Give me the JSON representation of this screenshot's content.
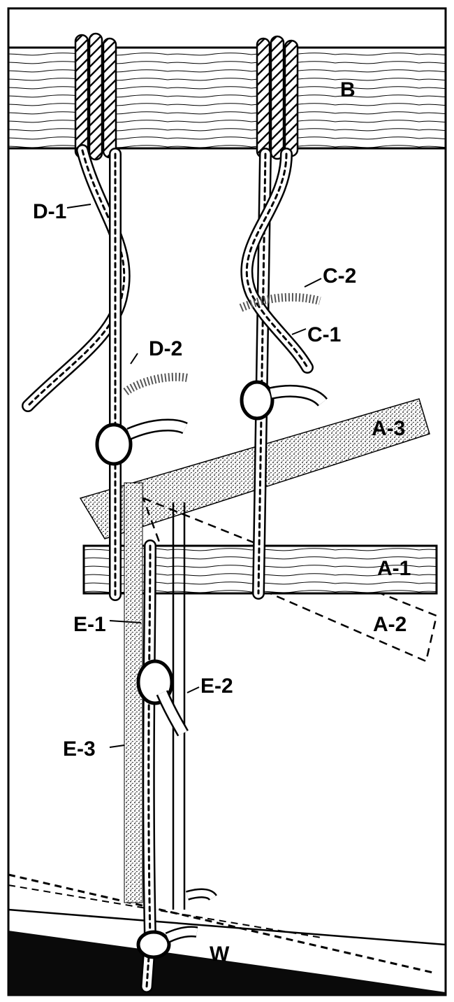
{
  "labels": {
    "B": "B",
    "D1": "D-1",
    "D2": "D-2",
    "C1": "C-1",
    "C2": "C-2",
    "A3": "A-3",
    "A1": "A-1",
    "A2": "A-2",
    "E1": "E-1",
    "E2": "E-2",
    "E3": "E-3",
    "W": "W"
  }
}
